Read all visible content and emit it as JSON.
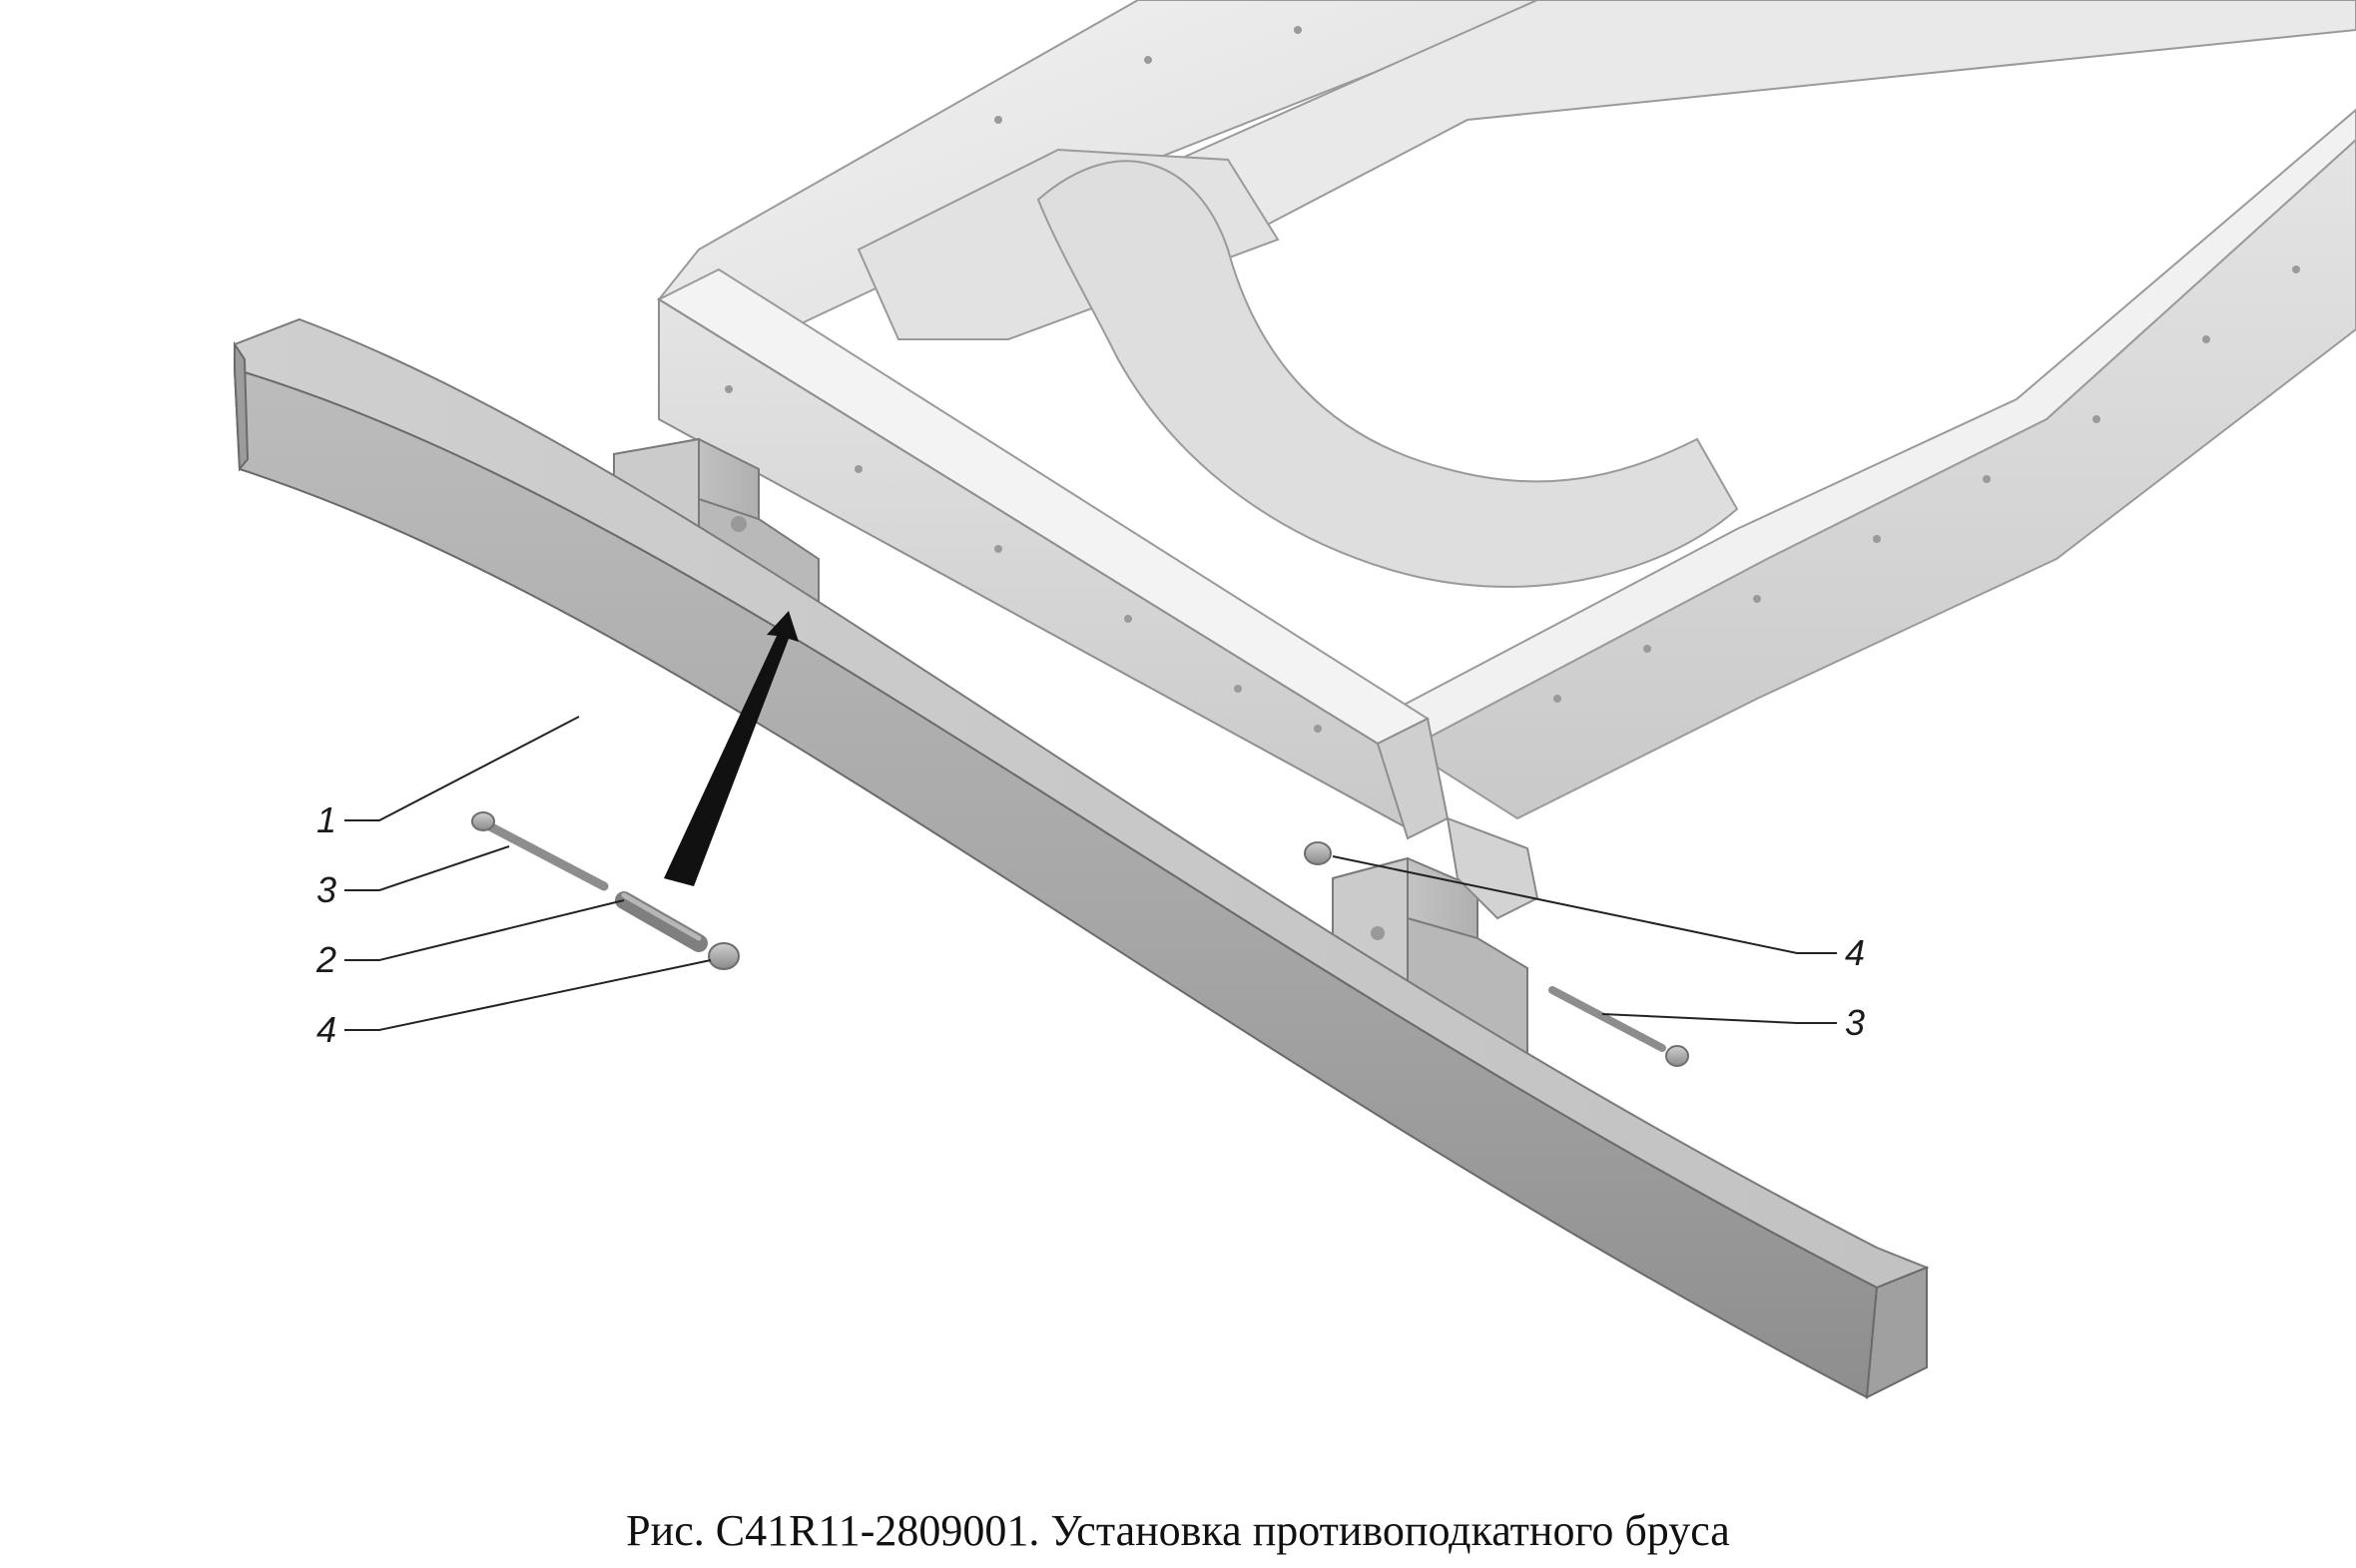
{
  "caption": "Рис. С41R11-2809001. Установка противоподкатного бруса",
  "callouts": [
    {
      "id": "c1",
      "label": "1"
    },
    {
      "id": "c3a",
      "label": "3"
    },
    {
      "id": "c2",
      "label": "2"
    },
    {
      "id": "c4a",
      "label": "4"
    },
    {
      "id": "c4b",
      "label": "4"
    },
    {
      "id": "c3b",
      "label": "3"
    }
  ],
  "colors": {
    "frame_light": "#ececec",
    "frame_mid": "#d6d6d6",
    "frame_dark": "#b8b8b8",
    "beam_light": "#b5b5b5",
    "beam_dark": "#8c8c8c",
    "outline": "#6f6f6f",
    "leader": "#222222"
  }
}
